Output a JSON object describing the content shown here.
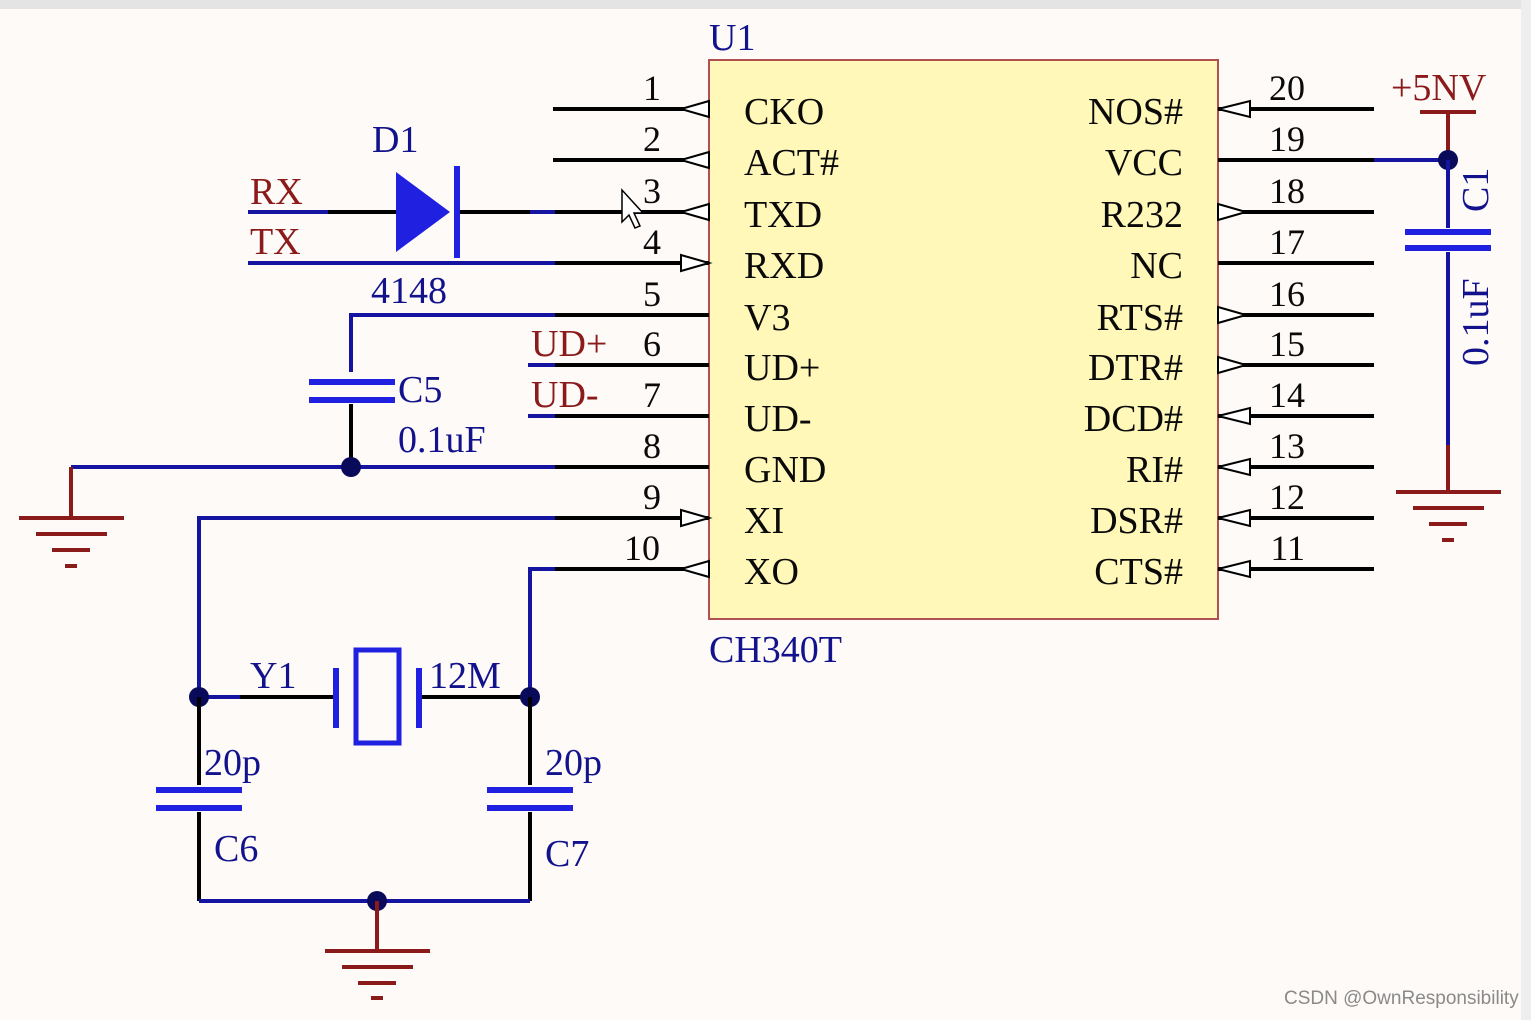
{
  "chip": {
    "designator": "U1",
    "part": "CH340T",
    "left_pins": [
      {
        "num": "1",
        "name": "CKO"
      },
      {
        "num": "2",
        "name": "ACT#"
      },
      {
        "num": "3",
        "name": "TXD"
      },
      {
        "num": "4",
        "name": "RXD"
      },
      {
        "num": "5",
        "name": "V3"
      },
      {
        "num": "6",
        "name": "UD+"
      },
      {
        "num": "7",
        "name": "UD-"
      },
      {
        "num": "8",
        "name": "GND"
      },
      {
        "num": "9",
        "name": "XI"
      },
      {
        "num": "10",
        "name": "XO"
      }
    ],
    "right_pins": [
      {
        "num": "20",
        "name": "NOS#"
      },
      {
        "num": "19",
        "name": "VCC"
      },
      {
        "num": "18",
        "name": "R232"
      },
      {
        "num": "17",
        "name": "NC"
      },
      {
        "num": "16",
        "name": "RTS#"
      },
      {
        "num": "15",
        "name": "DTR#"
      },
      {
        "num": "14",
        "name": "DCD#"
      },
      {
        "num": "13",
        "name": "RI#"
      },
      {
        "num": "12",
        "name": "DSR#"
      },
      {
        "num": "11",
        "name": "CTS#"
      }
    ]
  },
  "nets": {
    "rx": "RX",
    "tx": "TX",
    "ud_plus": "UD+",
    "ud_minus": "UD-",
    "power": "+5NV"
  },
  "components": {
    "d1": {
      "ref": "D1",
      "value": "4148"
    },
    "c5": {
      "ref": "C5",
      "value": "0.1uF"
    },
    "c1": {
      "ref": "C1",
      "value": "0.1uF"
    },
    "y1": {
      "ref": "Y1",
      "value": "12M"
    },
    "c6": {
      "ref": "C6",
      "value": "20p"
    },
    "c7": {
      "ref": "C7",
      "value": "20p"
    }
  },
  "watermark": "CSDN @OwnResponsibility",
  "colors": {
    "wire_blue": "#1414a0",
    "wire_black": "#000000",
    "net_red": "#8b1a1a",
    "chip_fill": "#fff8b8",
    "capacitor_blue": "#2020e0"
  }
}
